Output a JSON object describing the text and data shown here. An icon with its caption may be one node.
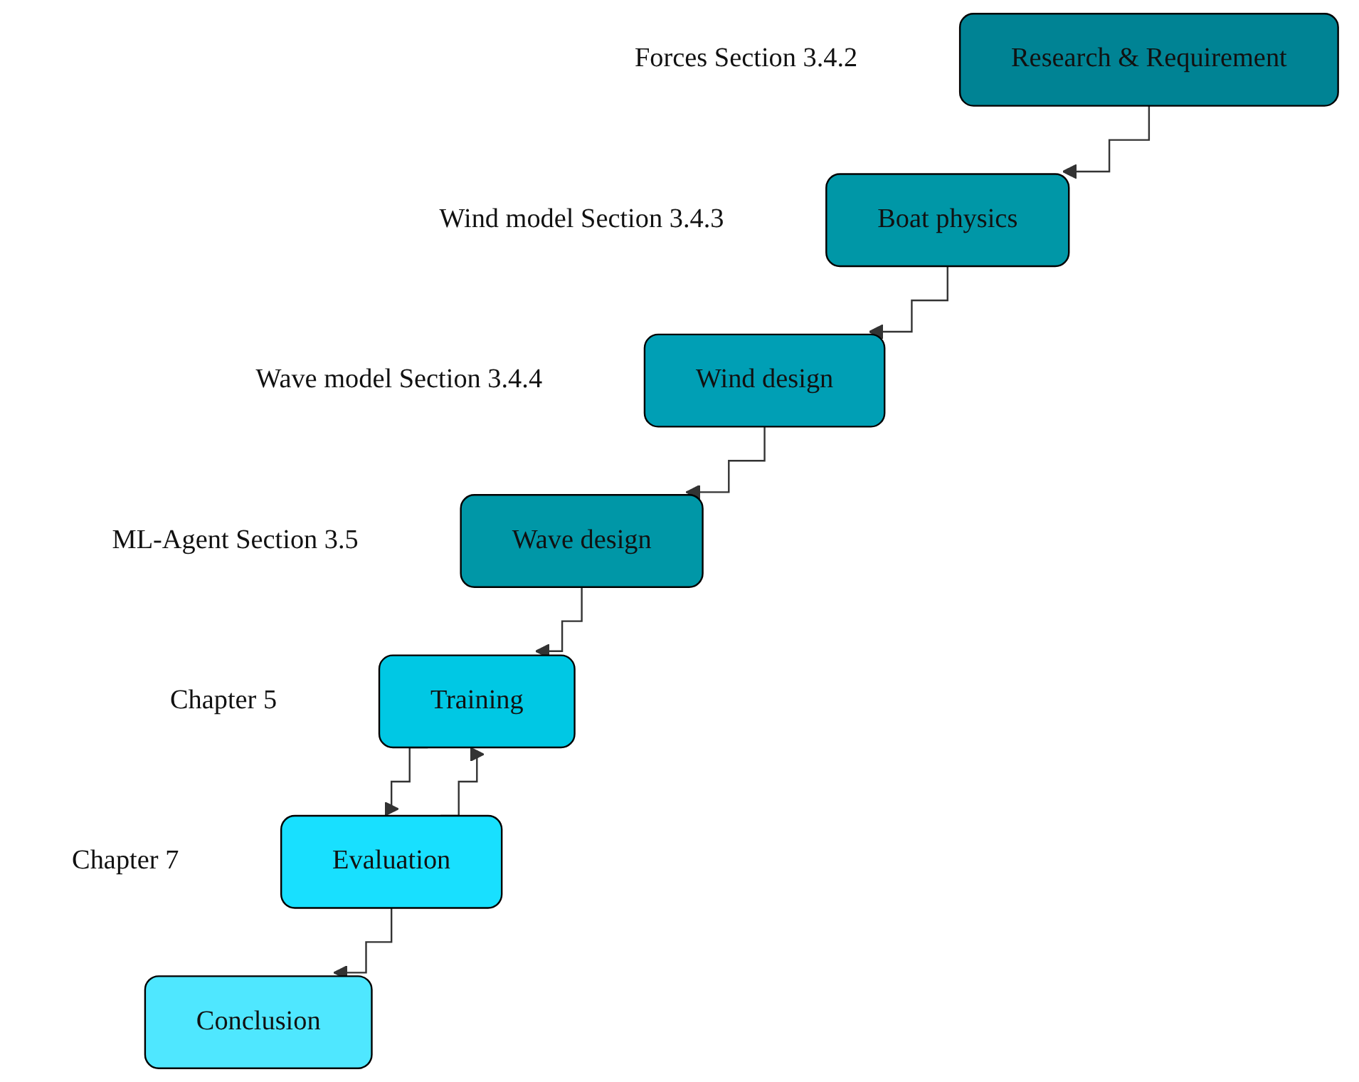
{
  "diagram": {
    "nodes": [
      {
        "text": [
          "Research & Requirement"
        ]
      },
      {
        "text": [
          "Boat physics"
        ],
        "beside": [
          "Forces Section 3.4.2"
        ]
      },
      {
        "text": [
          "Wind design"
        ],
        "beside": [
          "Wind model Section 3.4.3"
        ]
      },
      {
        "text": [
          "Wave design"
        ],
        "beside": [
          "Wave model Section 3.4.4"
        ]
      },
      {
        "text": [
          "Training"
        ],
        "beside": [
          "ML-Agent Section 3.5"
        ]
      },
      {
        "text": [
          "Evaluation"
        ],
        "beside": [
          "Chapter 5"
        ]
      },
      {
        "text": [
          "Conclusion"
        ],
        "beside": [
          "Chapter 7"
        ]
      }
    ],
    "edges": [
      {
        "from": 0,
        "to": 1,
        "arrow": "to"
      },
      {
        "from": 1,
        "to": 2,
        "arrow": "to"
      },
      {
        "from": 2,
        "to": 3,
        "arrow": "to"
      },
      {
        "from": 3,
        "to": 4,
        "arrow": "to"
      },
      {
        "from": 4,
        "to": 5,
        "arrow": "to"
      },
      {
        "from": 5,
        "to": 4,
        "arrow": "to"
      },
      {
        "from": 5,
        "to": 6,
        "arrow": "to"
      }
    ]
  }
}
